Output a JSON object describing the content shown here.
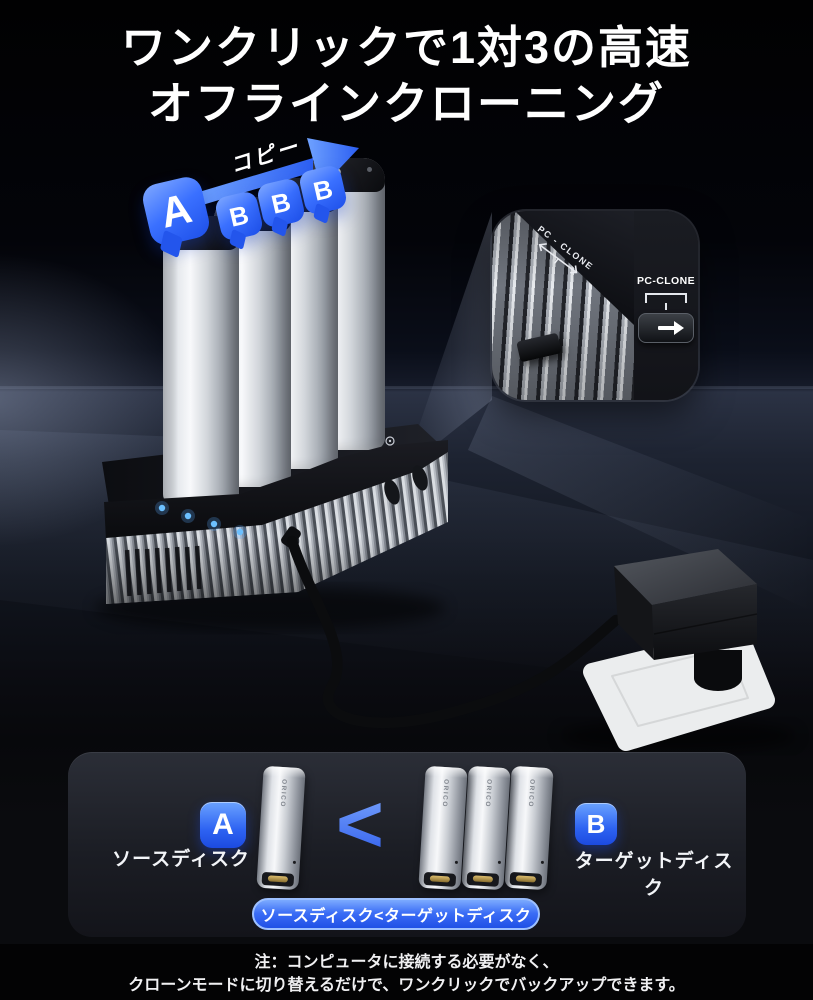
{
  "title": {
    "line1": "ワンクリックで1対3の高速",
    "line2": "オフラインクローニング"
  },
  "copy_flow": {
    "arrow_label": "コピー",
    "source_bubble": "A",
    "target_bubbles": [
      "B",
      "B",
      "B"
    ]
  },
  "inset": {
    "edge_label": "PC - CLONE",
    "switch_label": "PC-CLONE"
  },
  "device": {
    "brand": "ORICO",
    "led_count": 4
  },
  "comparison": {
    "source_badge": "A",
    "source_label": "ソースディスク",
    "operator": "<",
    "target_badge": "B",
    "target_label": "ターゲットディスク",
    "rule": "ソースディスク<ターゲットディスク"
  },
  "note": {
    "line1": "注：コンピュータに接続する必要がなく、",
    "line2": "クローンモードに切り替えるだけで、ワンクリックでバックアップできます。"
  },
  "colors": {
    "accent_blue": "#2f66f0",
    "bubble_blue": "#3a70ff",
    "led_blue": "#6cc0ff",
    "pill_border": "#9dc0ff",
    "panel_bg": "#1b1d24",
    "ssd_silver": "#d2d6db"
  }
}
